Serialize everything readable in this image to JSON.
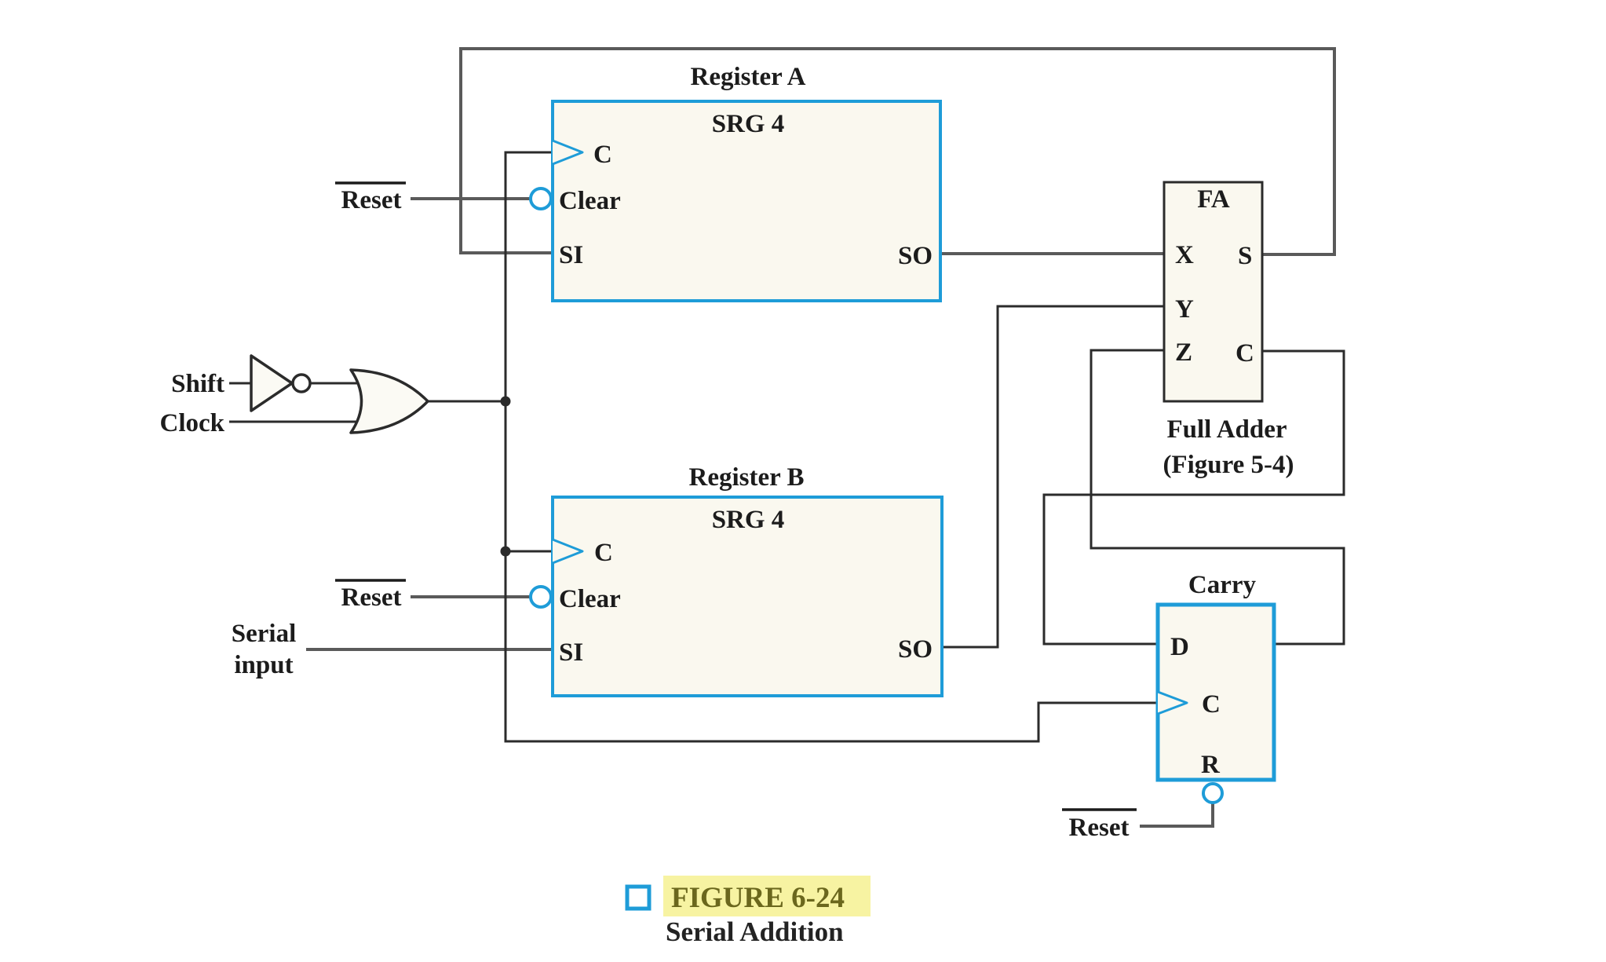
{
  "colors": {
    "blue": "#1e9cd8",
    "wire_gray": "#5a5a5a",
    "wire_dark": "#2b2b2b",
    "box_fill": "#faf8ef",
    "gate_fill": "#fbfaf4",
    "text": "#1c1c1c",
    "highlight": "#f7f3a2",
    "figure_label": "#6b671d",
    "caption_text": "#232323"
  },
  "register_a": {
    "title": "Register A",
    "type_label": "SRG 4",
    "pins": {
      "clock": "C",
      "clear": "Clear",
      "serial_in": "SI",
      "serial_out": "SO"
    }
  },
  "register_b": {
    "title": "Register B",
    "type_label": "SRG 4",
    "pins": {
      "clock": "C",
      "clear": "Clear",
      "serial_in": "SI",
      "serial_out": "SO"
    }
  },
  "full_adder": {
    "label": "FA",
    "pins": {
      "x": "X",
      "y": "Y",
      "z": "Z",
      "sum": "S",
      "carry": "C"
    },
    "note_line1": "Full Adder",
    "note_line2": "(Figure 5-4)"
  },
  "carry_flipflop": {
    "title": "Carry",
    "pins": {
      "d": "D",
      "clock": "C",
      "reset": "R"
    }
  },
  "signals": {
    "shift": "Shift",
    "clock": "Clock",
    "reset": "Reset",
    "serial_line1": "Serial",
    "serial_line2": "input"
  },
  "caption": {
    "figure_label": "FIGURE 6-24",
    "subtitle": "Serial Addition"
  }
}
